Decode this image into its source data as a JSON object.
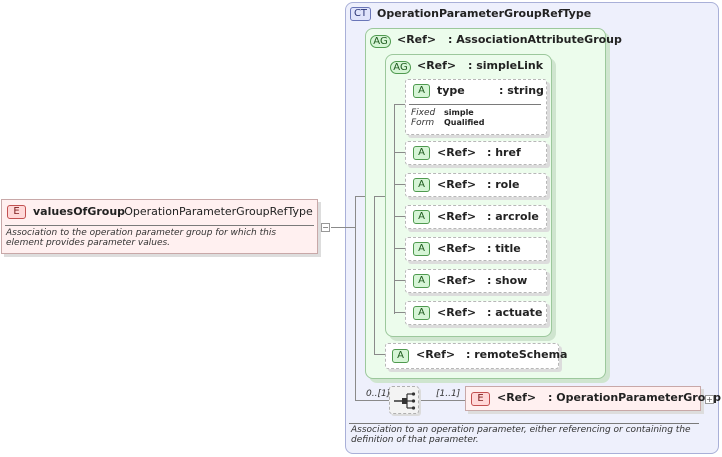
{
  "complex_type": {
    "badge": "CT",
    "name": "OperationParameterGroupRefType",
    "description": "Association to an operation parameter, either referencing or containing the definition of that parameter."
  },
  "attribute_group_outer": {
    "badge": "AG",
    "ref": "<Ref>",
    "name": ": AssociationAttributeGroup"
  },
  "attribute_group_inner": {
    "badge": "AG",
    "ref": "<Ref>",
    "name": ": simpleLink"
  },
  "type_attribute": {
    "badge": "A",
    "name": "type",
    "type": ": string",
    "fixed_label": "Fixed",
    "fixed_value": "simple",
    "form_label": "Form",
    "form_value": "Qualified"
  },
  "attributes": [
    {
      "badge": "A",
      "ref": "<Ref>",
      "name": ": href"
    },
    {
      "badge": "A",
      "ref": "<Ref>",
      "name": ": role"
    },
    {
      "badge": "A",
      "ref": "<Ref>",
      "name": ": arcrole"
    },
    {
      "badge": "A",
      "ref": "<Ref>",
      "name": ": title"
    },
    {
      "badge": "A",
      "ref": "<Ref>",
      "name": ": show"
    },
    {
      "badge": "A",
      "ref": "<Ref>",
      "name": ": actuate"
    }
  ],
  "remote_schema": {
    "badge": "A",
    "ref": "<Ref>",
    "name": ": remoteSchema"
  },
  "root_element": {
    "badge": "E",
    "name": "valuesOfGroup",
    "type": ": OperationParameterGroupRefType",
    "description": "Association to the operation parameter group for which this element provides parameter values.",
    "collapse_symbol": "−"
  },
  "sequence": {
    "multiplicity": "0..[1]"
  },
  "child_element": {
    "badge": "E",
    "ref": "<Ref>",
    "name": ": OperationParameterGroup",
    "multiplicity": "[1..1]",
    "expand_symbol": "+"
  }
}
